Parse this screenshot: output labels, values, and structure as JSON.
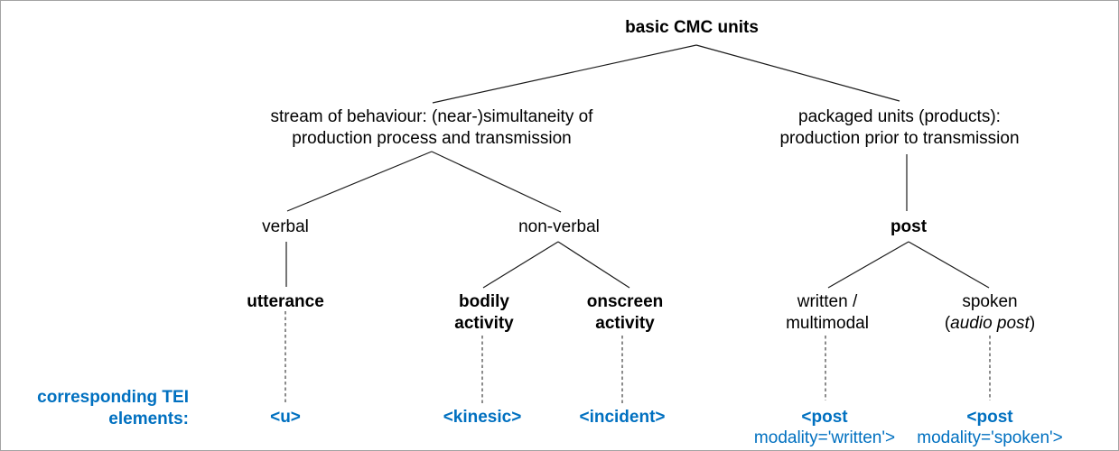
{
  "colors": {
    "tei_blue": "#0070C0",
    "line_color": "#000000",
    "frame_border": "#a3a3a3",
    "background": "#ffffff"
  },
  "tree": {
    "root": "basic CMC units",
    "stream": {
      "line1": "stream of behaviour: (near-)simultaneity of",
      "line2": "production process and transmission"
    },
    "packaged": {
      "line1": "packaged units (products):",
      "line2": "production prior to transmission"
    },
    "verbal": "verbal",
    "nonverbal": "non-verbal",
    "post": "post",
    "utterance": "utterance",
    "bodily": {
      "line1": "bodily",
      "line2": "activity"
    },
    "onscreen": {
      "line1": "onscreen",
      "line2": "activity"
    },
    "written": {
      "line1": "written /",
      "line2": "multimodal"
    },
    "spoken": {
      "line1": "spoken",
      "paren_open": "(",
      "italic": "audio post",
      "paren_close": ")"
    }
  },
  "tei": {
    "label": {
      "line1": "corresponding TEI",
      "line2": "elements:"
    },
    "u": "<u>",
    "kinesic": "<kinesic>",
    "incident": "<incident>",
    "post_written": {
      "line1": "<post",
      "line2": "modality='written'>"
    },
    "post_spoken": {
      "line1": "<post",
      "line2": "modality='spoken'>"
    }
  }
}
